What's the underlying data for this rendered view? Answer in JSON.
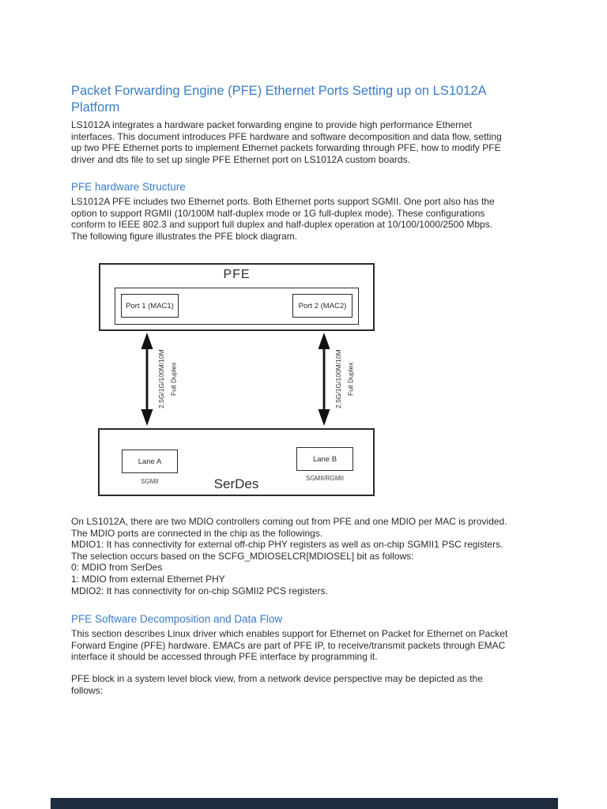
{
  "page": {
    "title": "Packet Forwarding Engine (PFE) Ethernet Ports Setting up on LS1012A\nPlatform"
  },
  "sections": {
    "intro": "LS1012A integrates a hardware packet forwarding engine to provide high performance Ethernet\ninterfaces. This document introduces PFE hardware and software decomposition and data flow, setting\nup two PFE Ethernet ports to implement Ethernet packets forwarding through PFE, how to modify PFE\ndriver and dts file to set up single PFE Ethernet port on LS1012A custom boards.",
    "hardware": {
      "heading": "PFE hardware Structure",
      "body": "LS1012A PFE includes two Ethernet ports. Both Ethernet ports support SGMII. One port also has the\noption to support RGMII (10/100M half-duplex mode or 1G full-duplex mode). These configurations\nconform to IEEE 802.3 and support full duplex and half-duplex operation at 10/100/1000/2500 Mbps.\nThe following figure illustrates the PFE block diagram."
    },
    "mdio": "On LS1012A, there are two MDIO controllers coming out from PFE and one MDIO per MAC is provided.\nThe MDIO ports are connected in the chip as the followings.\nMDIO1: It has connectivity for external off-chip PHY registers as well as on-chip SGMII1 PSC registers.\nThe selection occurs based on the SCFG_MDIOSELCR[MDIOSEL] bit as follows:\n0: MDIO from SerDes\n1: MDIO from external Ethernet PHY\nMDIO2: It has connectivity for on-chip SGMII2 PCS registers.",
    "software": {
      "heading": "PFE Software Decomposition and Data Flow",
      "body": "This section describes Linux driver which enables support for Ethernet on Packet for Ethernet on Packet\nForward Engine (PFE) hardware. EMACs are part of PFE IP, to receive/transmit packets through EMAC\ninterface it should be accessed through PFE interface by programming it.",
      "body2": "PFE block in a system level block view, from a network device perspective may be depicted as the\nfollows:"
    }
  },
  "diagram": {
    "pfe_label": "PFE",
    "port1": "Port 1 (MAC1)",
    "port2": "Port 2 (MAC2)",
    "left_link_label": "2.5G/1G/100M/10M\nFull Duplex",
    "right_link_label": "2.5G/1G/100M/10M\nFull Duplex",
    "serdes_label": "SerDes",
    "lane_a": "Lane A",
    "lane_b": "Lane B",
    "lane_a_mode": "SGMII",
    "lane_b_mode": "SGMII/RGMII"
  },
  "colors": {
    "heading_blue": "#3a7cc4",
    "body_text": "#2b2b2b",
    "diagram_line": "#2b2b2b",
    "bottom_bar": "#1e2d3d"
  }
}
